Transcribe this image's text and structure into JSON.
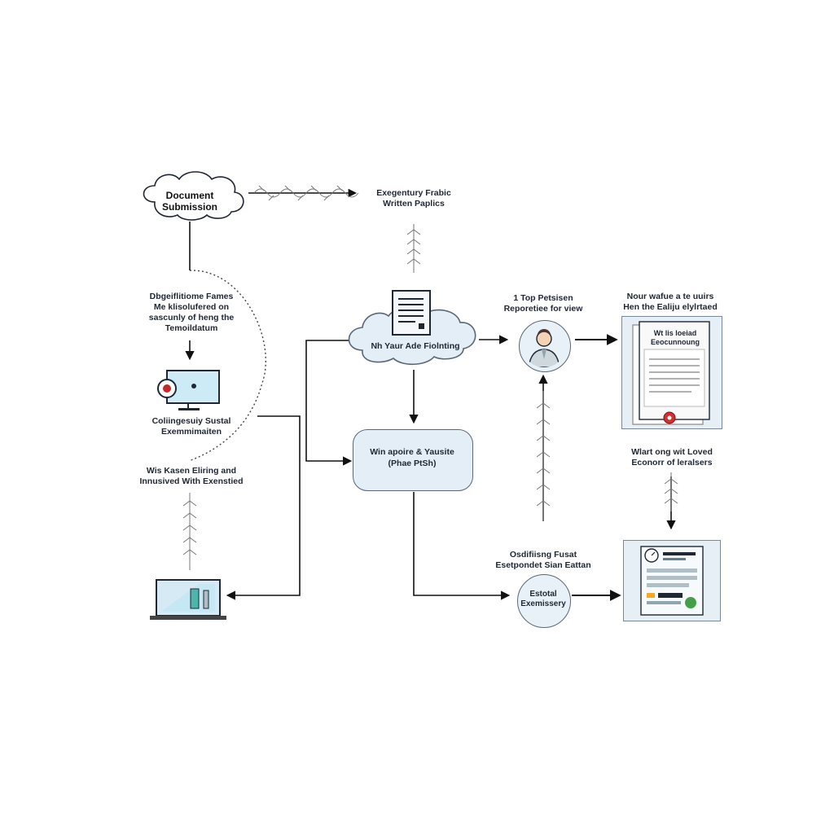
{
  "nodes": {
    "document_submission": "Document\nSubmission",
    "exemplary_written": "Exegentury Frabic\nWritten Paplics",
    "left_notes": "Dbgeiflitiome Fames\nMe klisolufered on\nsascunly of heng the\nTemoildatum",
    "computer_caption": "Coliingesuiy Sustal\nExemmimaiten",
    "left_bottom_notes": "Wis Kasen Eliring and\nInnusived With Exenstied",
    "cloud_center": "Nh Yaur Ade Fiolnting",
    "rounded_box": "Win apoire & Yausite\n(Phae PtSh)",
    "person_caption": "1 Top Petsisen\nReporetiee for view",
    "right_top_caption": "Nour wafue a te uuirs\nHen the Ealiju elylrtaed",
    "document_panel_title": "Wt lis loeiad\nEeocunnoung",
    "right_middle_caption": "Wlart ong wit Loved\nEconorr of leralsers",
    "bottom_middle_caption": "Osdifiisng Fusat\nEsetpondet Sian Eattan",
    "bottom_circle": "Estotal\nExemissery"
  },
  "icons": {
    "cloud": "cloud-icon",
    "document": "document-icon",
    "person": "person-icon",
    "computer": "computer-icon",
    "laptop": "laptop-icon",
    "certificate": "certificate-icon",
    "dashboard": "dashboard-icon"
  },
  "colors": {
    "stroke": "#1f2733",
    "fill_light": "#e4eef6",
    "accent_red": "#d32f2f",
    "accent_green": "#43a047"
  }
}
